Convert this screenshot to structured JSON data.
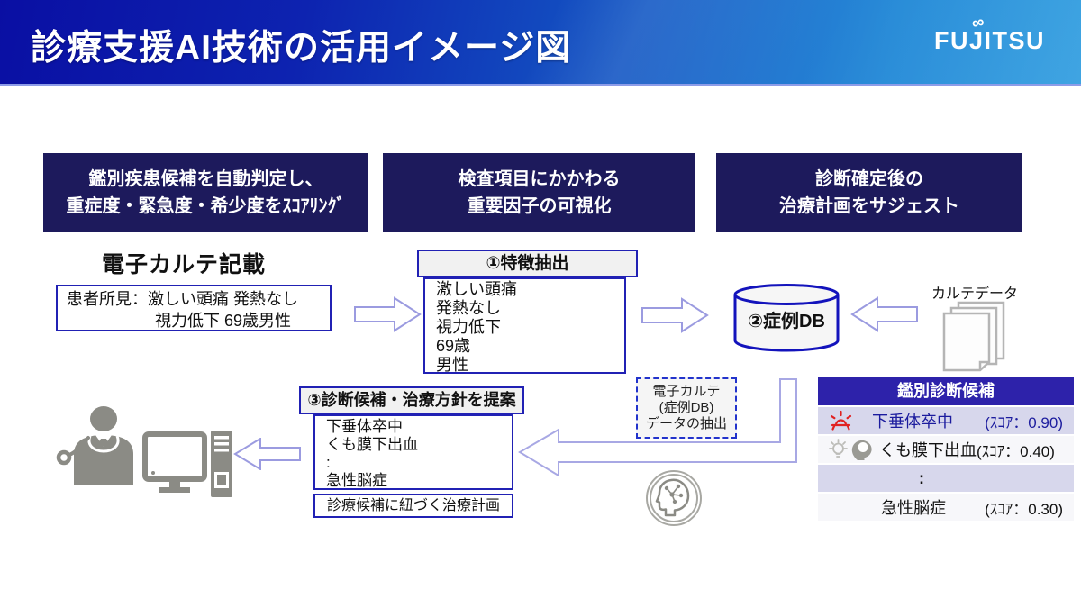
{
  "header": {
    "title": "診療支援AI技術の活用イメージ図",
    "logo": "FUJITSU",
    "logo_mark": "∞"
  },
  "pillars": [
    {
      "lines": [
        "鑑別疾患候補を自動判定し、",
        "重症度・緊急度・希少度をｽｺｱﾘﾝｸﾞ"
      ]
    },
    {
      "lines": [
        "検査項目にかかわる",
        "重要因子の可視化"
      ]
    },
    {
      "lines": [
        "診断確定後の",
        "治療計画をサジェスト"
      ]
    }
  ],
  "ehr": {
    "heading": "電子カルテ記載",
    "finding_line1": "患者所見：激しい頭痛 発熱なし",
    "finding_line2": "視力低下 69歳男性"
  },
  "feature_extraction": {
    "title": "①特徴抽出",
    "items": [
      "激しい頭痛",
      "発熱なし",
      "視力低下",
      "69歳",
      "男性"
    ]
  },
  "case_db": {
    "label": "②症例DB"
  },
  "karte_data": {
    "label": "カルテデータ"
  },
  "extraction_note": {
    "lines": [
      "電子カルテ",
      "(症例DB)",
      "データの抽出"
    ]
  },
  "diagnosis_table": {
    "title": "鑑別診断候補",
    "rows": [
      {
        "name": "下垂体卒中",
        "score": "(ｽｺｱ：0.90)",
        "icon": "siren-icon"
      },
      {
        "name": "くも膜下出血",
        "score": "(ｽｺｱ：0.40)",
        "icon": "bulb-and-head-icon"
      },
      {
        "name": ":",
        "score": ""
      },
      {
        "name": "急性脳症",
        "score": "(ｽｺｱ：0.30)"
      }
    ]
  },
  "proposal": {
    "title": "③診断候補・治療方針を提案",
    "items": [
      "下垂体卒中",
      "くも膜下出血",
      ":",
      "急性脳症"
    ],
    "footer": "診療候補に紐づく治療計画"
  },
  "colors": {
    "header_left": "#0a0fa3",
    "header_right": "#2598de",
    "pillar_bg": "#1d1a5c",
    "box_border": "#2121b4",
    "table_header_bg": "#2d22aa",
    "row_alt_bg": "#d7d7ec",
    "highlight_text": "#1c1c9e",
    "arrow_stroke": "#9b9be0",
    "alert_red": "#e02222",
    "icon_gray": "#8b8b85"
  }
}
